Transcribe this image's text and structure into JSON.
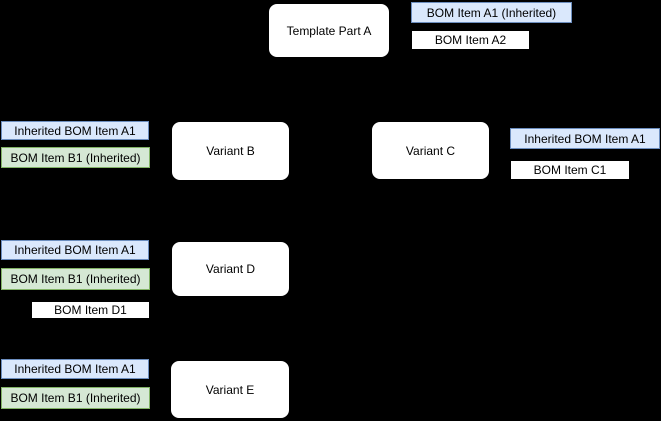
{
  "palette": {
    "background": "#000000",
    "inherited_fill": "#dae8fc",
    "inherited_border": "#6c8ebf",
    "inherited_local_fill": "#d5e8d4",
    "inherited_local_border": "#82b366",
    "plain_fill": "#ffffff",
    "plain_border": "#000000"
  },
  "template": {
    "label": "Template Part A",
    "bom": {
      "a1_inherited": "BOM Item A1 (Inherited)",
      "a2": "BOM Item A2"
    }
  },
  "variants": {
    "b": {
      "label": "Variant B",
      "bom": {
        "inherited_a1": "Inherited BOM Item A1",
        "b1_inherited": "BOM Item B1 (Inherited)"
      }
    },
    "c": {
      "label": "Variant C",
      "bom": {
        "inherited_a1": "Inherited BOM Item A1",
        "c1": "BOM Item C1"
      }
    },
    "d": {
      "label": "Variant D",
      "bom": {
        "inherited_a1": "Inherited BOM Item A1",
        "b1_inherited": "BOM Item B1 (Inherited)",
        "d1": "BOM Item D1"
      }
    },
    "e": {
      "label": "Variant E",
      "bom": {
        "inherited_a1": "Inherited BOM Item A1",
        "b1_inherited": "BOM Item B1 (Inherited)"
      }
    }
  }
}
